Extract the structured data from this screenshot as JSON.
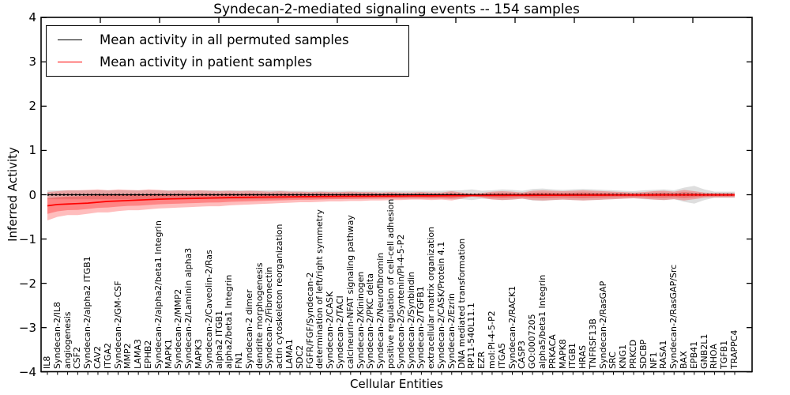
{
  "title": "Syndecan-2-mediated signaling events -- 154 samples",
  "axes": {
    "ylabel": "Inferred Activity",
    "xlabel": "Cellular Entities",
    "ytick_labels": [
      "4",
      "3",
      "2",
      "1",
      "0",
      "−1",
      "−2",
      "−3",
      "−4"
    ],
    "ytick_values": [
      4,
      3,
      2,
      1,
      0,
      -1,
      -2,
      -3,
      -4
    ]
  },
  "legend": {
    "entries": [
      {
        "label": "Mean activity in all permuted samples",
        "color": "#000000"
      },
      {
        "label": "Mean activity in patient samples",
        "color": "#ff0000"
      }
    ]
  },
  "colors": {
    "patient_line": "#ff0000",
    "permuted_line": "#000000",
    "patient_band": "#ff0000",
    "permuted_band": "#999999"
  },
  "chart_data": {
    "type": "line",
    "title": "Syndecan-2-mediated signaling events -- 154 samples",
    "xlabel": "Cellular Entities",
    "ylabel": "Inferred Activity",
    "ylim": [
      -4,
      4
    ],
    "grid": false,
    "legend_position": "upper left",
    "categories": [
      "IL8",
      "Syndecan-2/IL8",
      "angiogenesis",
      "CSF2",
      "Syndecan-2/alpha2 ITGB1",
      "CAV2",
      "ITGA2",
      "Syndecan-2/GM-CSF",
      "MMP2",
      "LAMA3",
      "EPHB2",
      "Syndecan-2/alpha2/beta1 Integrin",
      "MAPK1",
      "Syndecan-2/MMP2",
      "Syndecan-2/Laminin alpha3",
      "MAPK3",
      "Syndecan-2/Caveolin-2/Ras",
      "alpha2 ITGB1",
      "alpha2/beta1 Integrin",
      "FN1",
      "Syndecan-2 dimer",
      "dendrite morphogenesis",
      "Syndecan-2/Fibronectin",
      "actin cytoskeleton reorganization",
      "LAMA1",
      "SDC2",
      "FGFR/FGF/Syndecan-2",
      "determination of left/right symmetry",
      "Syndecan-2/CASK",
      "Syndecan-2/TACI",
      "calcineurin-NFAT signaling pathway",
      "Syndecan-2/Kininogen",
      "Syndecan-2/PKC delta",
      "Syndecan-2/Neurofibromin",
      "positive regulation of cell-cell adhesion",
      "Syndecan-2/Syntenin/PI-4-5-P2",
      "Syndecan-2/Synbindin",
      "Syndecan-2/TGFB1",
      "extracellular matrix organization",
      "Syndecan-2/CASK/Protein 4.1",
      "Syndecan-2/Ezrin",
      "DNA mediated transformation",
      "RP11-540L11.1",
      "EZR",
      "mol:PI-4-5-P2",
      "ITGA5",
      "Syndecan-2/RACK1",
      "CASP3",
      "GO:0007205",
      "alpha5/beta1 Integrin",
      "PRKACA",
      "MAPK8",
      "ITGB1",
      "HRAS",
      "TNFRSF13B",
      "Syndecan-2/RasGAP",
      "SRC",
      "KNG1",
      "PRKCD",
      "SDCBP",
      "NF1",
      "RASA1",
      "Syndecan-2/RasGAP/Src",
      "BAX",
      "EPB41",
      "GNB2L1",
      "RHOA",
      "TGFB1",
      "TRAPPC4"
    ],
    "series": [
      {
        "name": "Mean activity in all permuted samples",
        "color": "#000000",
        "values": [
          0,
          0,
          0,
          0,
          0,
          0,
          0,
          0,
          0,
          0,
          0,
          0,
          0,
          0,
          0,
          0,
          0,
          0,
          0,
          0,
          0,
          0,
          0,
          0,
          0,
          0,
          0,
          0,
          0,
          0,
          0,
          0,
          0,
          0,
          0,
          0,
          0,
          0,
          0,
          0,
          0,
          0,
          0,
          0,
          0,
          0,
          0,
          0,
          0,
          0,
          0,
          0,
          0,
          0,
          0,
          0,
          0,
          0,
          0,
          0,
          0,
          0,
          0,
          0,
          0,
          0,
          0,
          0,
          0
        ]
      },
      {
        "name": "Mean activity in patient samples",
        "color": "#ff0000",
        "values": [
          -0.25,
          -0.22,
          -0.21,
          -0.2,
          -0.19,
          -0.17,
          -0.15,
          -0.14,
          -0.13,
          -0.12,
          -0.11,
          -0.1,
          -0.095,
          -0.09,
          -0.085,
          -0.08,
          -0.075,
          -0.07,
          -0.065,
          -0.06,
          -0.058,
          -0.055,
          -0.052,
          -0.05,
          -0.048,
          -0.045,
          -0.043,
          -0.04,
          -0.038,
          -0.036,
          -0.035,
          -0.033,
          -0.032,
          -0.03,
          -0.029,
          -0.028,
          -0.026,
          -0.025,
          -0.024,
          -0.022,
          -0.021,
          -0.02,
          -0.018,
          -0.017,
          -0.016,
          -0.015,
          -0.014,
          -0.013,
          -0.013,
          -0.012,
          -0.011,
          -0.011,
          -0.01,
          -0.01,
          -0.009,
          -0.009,
          -0.008,
          -0.008,
          -0.007,
          -0.007,
          -0.007,
          -0.006,
          -0.006,
          -0.006,
          -0.005,
          -0.005,
          -0.005,
          -0.004,
          -0.004
        ]
      }
    ],
    "bands": [
      {
        "name": "patient-activity-spread",
        "color": "#ff0000",
        "upper": [
          0.06,
          0.08,
          0.1,
          0.1,
          0.11,
          0.12,
          0.1,
          0.12,
          0.11,
          0.1,
          0.12,
          0.11,
          0.09,
          0.1,
          0.09,
          0.1,
          0.09,
          0.08,
          0.09,
          0.08,
          0.09,
          0.08,
          0.07,
          0.08,
          0.07,
          0.07,
          0.06,
          0.07,
          0.06,
          0.06,
          0.07,
          0.06,
          0.06,
          0.05,
          0.06,
          0.05,
          0.05,
          0.06,
          0.05,
          0.05,
          0.08,
          0.05,
          0.03,
          0.04,
          0.07,
          0.08,
          0.07,
          0.05,
          0.09,
          0.1,
          0.09,
          0.08,
          0.09,
          0.1,
          0.09,
          0.08,
          0.07,
          0.06,
          0.05,
          0.06,
          0.08,
          0.09,
          0.07,
          0.11,
          0.08,
          0.05,
          0.04,
          0.04,
          0.04
        ],
        "lower": [
          -0.58,
          -0.5,
          -0.46,
          -0.46,
          -0.43,
          -0.4,
          -0.4,
          -0.37,
          -0.35,
          -0.35,
          -0.33,
          -0.31,
          -0.3,
          -0.29,
          -0.28,
          -0.27,
          -0.26,
          -0.26,
          -0.24,
          -0.23,
          -0.22,
          -0.21,
          -0.2,
          -0.19,
          -0.18,
          -0.17,
          -0.17,
          -0.16,
          -0.15,
          -0.15,
          -0.14,
          -0.14,
          -0.13,
          -0.13,
          -0.12,
          -0.12,
          -0.11,
          -0.11,
          -0.12,
          -0.11,
          -0.13,
          -0.09,
          -0.05,
          -0.07,
          -0.11,
          -0.12,
          -0.11,
          -0.09,
          -0.12,
          -0.13,
          -0.12,
          -0.11,
          -0.12,
          -0.13,
          -0.12,
          -0.11,
          -0.1,
          -0.09,
          -0.08,
          -0.09,
          -0.11,
          -0.12,
          -0.1,
          -0.13,
          -0.1,
          -0.07,
          -0.06,
          -0.06,
          -0.06
        ]
      },
      {
        "name": "permuted-activity-spread",
        "color": "#999999",
        "upper": [
          0.1,
          0.1,
          0.1,
          0.1,
          0.1,
          0.1,
          0.1,
          0.1,
          0.1,
          0.1,
          0.1,
          0.1,
          0.1,
          0.1,
          0.1,
          0.1,
          0.1,
          0.1,
          0.1,
          0.1,
          0.1,
          0.1,
          0.1,
          0.1,
          0.09,
          0.09,
          0.09,
          0.09,
          0.09,
          0.09,
          0.09,
          0.09,
          0.09,
          0.09,
          0.09,
          0.09,
          0.09,
          0.09,
          0.09,
          0.09,
          0.1,
          0.1,
          0.12,
          0.09,
          0.1,
          0.12,
          0.11,
          0.09,
          0.13,
          0.14,
          0.12,
          0.11,
          0.12,
          0.13,
          0.12,
          0.11,
          0.1,
          0.09,
          0.08,
          0.1,
          0.11,
          0.12,
          0.1,
          0.16,
          0.2,
          0.12,
          0.07,
          0.07,
          0.07
        ],
        "lower": [
          -0.1,
          -0.1,
          -0.1,
          -0.1,
          -0.1,
          -0.1,
          -0.1,
          -0.1,
          -0.1,
          -0.1,
          -0.1,
          -0.1,
          -0.1,
          -0.1,
          -0.1,
          -0.1,
          -0.1,
          -0.1,
          -0.1,
          -0.1,
          -0.1,
          -0.1,
          -0.1,
          -0.1,
          -0.09,
          -0.09,
          -0.09,
          -0.09,
          -0.09,
          -0.09,
          -0.09,
          -0.09,
          -0.09,
          -0.09,
          -0.09,
          -0.09,
          -0.09,
          -0.09,
          -0.09,
          -0.09,
          -0.1,
          -0.1,
          -0.12,
          -0.09,
          -0.1,
          -0.12,
          -0.11,
          -0.09,
          -0.13,
          -0.14,
          -0.12,
          -0.11,
          -0.12,
          -0.13,
          -0.12,
          -0.11,
          -0.1,
          -0.09,
          -0.08,
          -0.1,
          -0.11,
          -0.12,
          -0.1,
          -0.16,
          -0.2,
          -0.12,
          -0.07,
          -0.07,
          -0.07
        ]
      }
    ]
  }
}
